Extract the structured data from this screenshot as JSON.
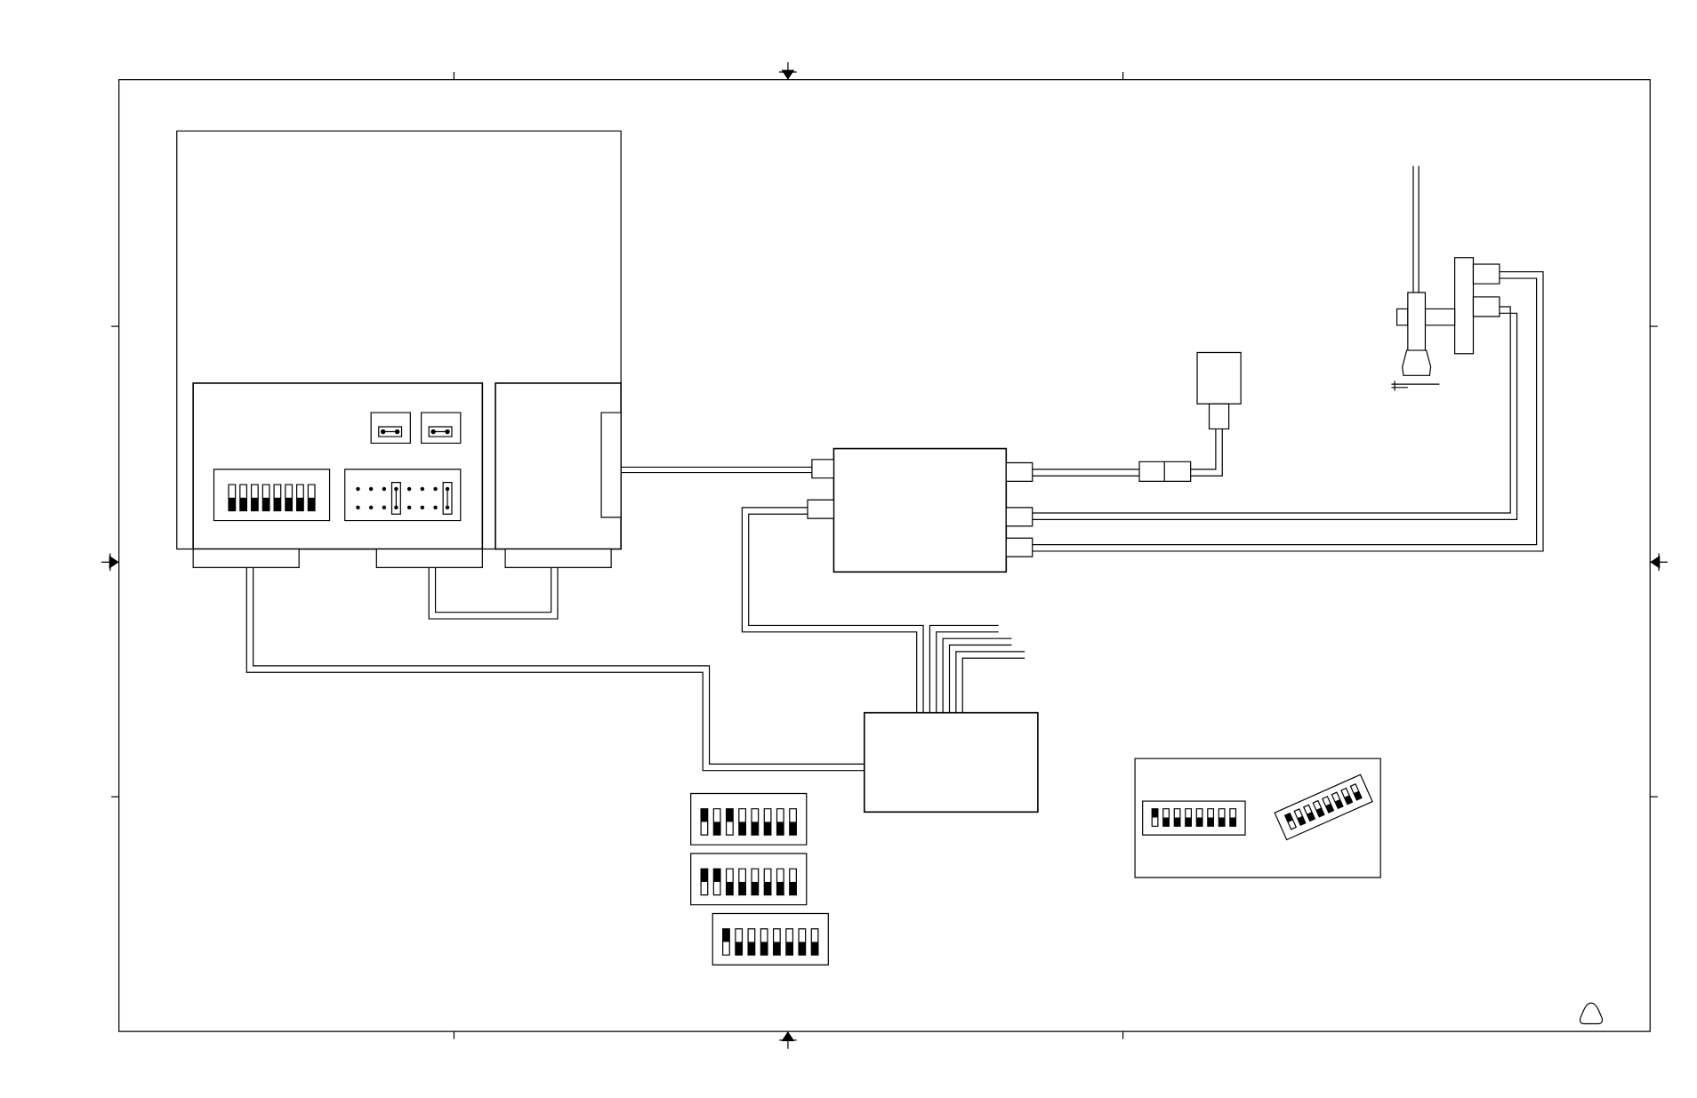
{
  "figure": {
    "labels": [],
    "colors": {
      "ink": "#000000",
      "paper": "#ffffff"
    },
    "icons": [
      "triangle-revision-mark-icon",
      "registration-arrow-icon"
    ]
  },
  "dip_switches": {
    "main_unit_left": [
      0,
      0,
      0,
      0,
      0,
      0,
      0,
      0
    ],
    "bank_a": [
      1,
      0,
      1,
      0,
      0,
      0,
      0,
      0
    ],
    "bank_b": [
      1,
      1,
      0,
      0,
      0,
      0,
      0,
      0
    ],
    "bank_c": [
      1,
      0,
      0,
      0,
      0,
      0,
      0,
      0
    ],
    "inset_flat": [
      1,
      0,
      0,
      0,
      0,
      0,
      0,
      0
    ],
    "inset_angled": [
      1,
      0,
      0,
      0,
      0,
      0,
      0,
      0
    ]
  }
}
